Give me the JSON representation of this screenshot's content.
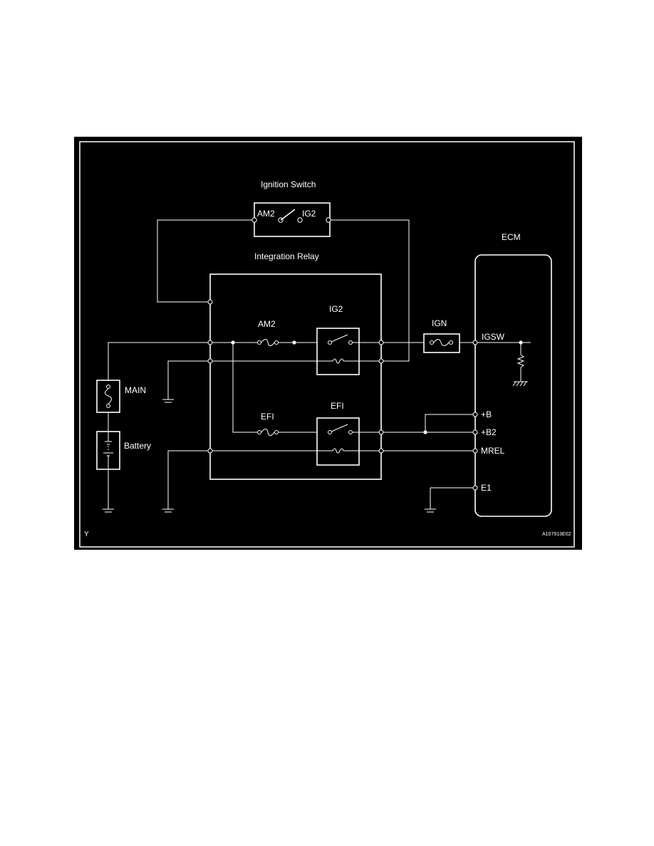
{
  "labels": {
    "ignition_switch": "Ignition Switch",
    "sw_am2": "AM2",
    "sw_ig2": "IG2",
    "integration_relay": "Integration Relay",
    "fuse_am2": "AM2",
    "relay_ig2": "IG2",
    "fuse_efi": "EFI",
    "relay_efi": "EFI",
    "fuse_ign": "IGN",
    "ecm": "ECM",
    "pin_igsw": "IGSW",
    "pin_b": "+B",
    "pin_b2": "+B2",
    "pin_mrel": "MREL",
    "pin_e1": "E1",
    "main": "MAIN",
    "battery": "Battery",
    "corner_mark": "Y",
    "figure_id": "A107913E02"
  },
  "colors": {
    "background": "#000000",
    "line": "#ffffff",
    "page": "#ffffff"
  }
}
